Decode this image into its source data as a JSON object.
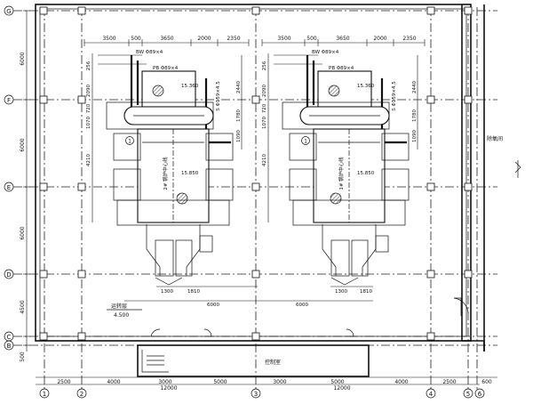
{
  "axes_left": [
    "G",
    "F",
    "E",
    "D",
    "C",
    "B"
  ],
  "axes_bottom": [
    "1",
    "2",
    "3",
    "4",
    "5",
    "6"
  ],
  "left_dims": [
    "6000",
    "6000",
    "6000",
    "4500",
    "500"
  ],
  "bottom_dims_top": [
    "2500",
    "4000",
    "3000",
    "5000",
    "3000",
    "5000",
    "4000",
    "2500",
    "600"
  ],
  "bottom_dims_total": [
    "12000",
    "12000"
  ],
  "top_dims": [
    "3500",
    "500",
    "3650",
    "2000",
    "2350"
  ],
  "furnace_left": {
    "label": "2# 锅炉中心线",
    "pipes": [
      "BW Φ89×4",
      "PB Φ89×4",
      "S Φ159×4.5"
    ],
    "elevations": [
      "15.360",
      "15.850"
    ],
    "side_dims": [
      "2440",
      "1780",
      "1090"
    ],
    "left_dims": [
      "256",
      "2090",
      "720",
      "1070",
      "4210"
    ],
    "bottom_dims": [
      "1300",
      "1810",
      "6000"
    ]
  },
  "furnace_right": {
    "label": "1# 锅炉中心线",
    "pipes": [
      "BW Φ89×4",
      "PB Φ89×4",
      "S Φ159×4.5"
    ],
    "elevations": [
      "15.360",
      "15.850"
    ],
    "side_dims": [
      "2440",
      "1780",
      "1090"
    ],
    "left_dims": [
      "256",
      "2090",
      "720",
      "1070",
      "4210"
    ],
    "bottom_dims": [
      "1300",
      "1810",
      "6000"
    ]
  },
  "circle_tag": "1",
  "room_right": "除氧间",
  "room_bottom": "控制室",
  "platform_label": "运转层",
  "platform_elev": "4.500"
}
